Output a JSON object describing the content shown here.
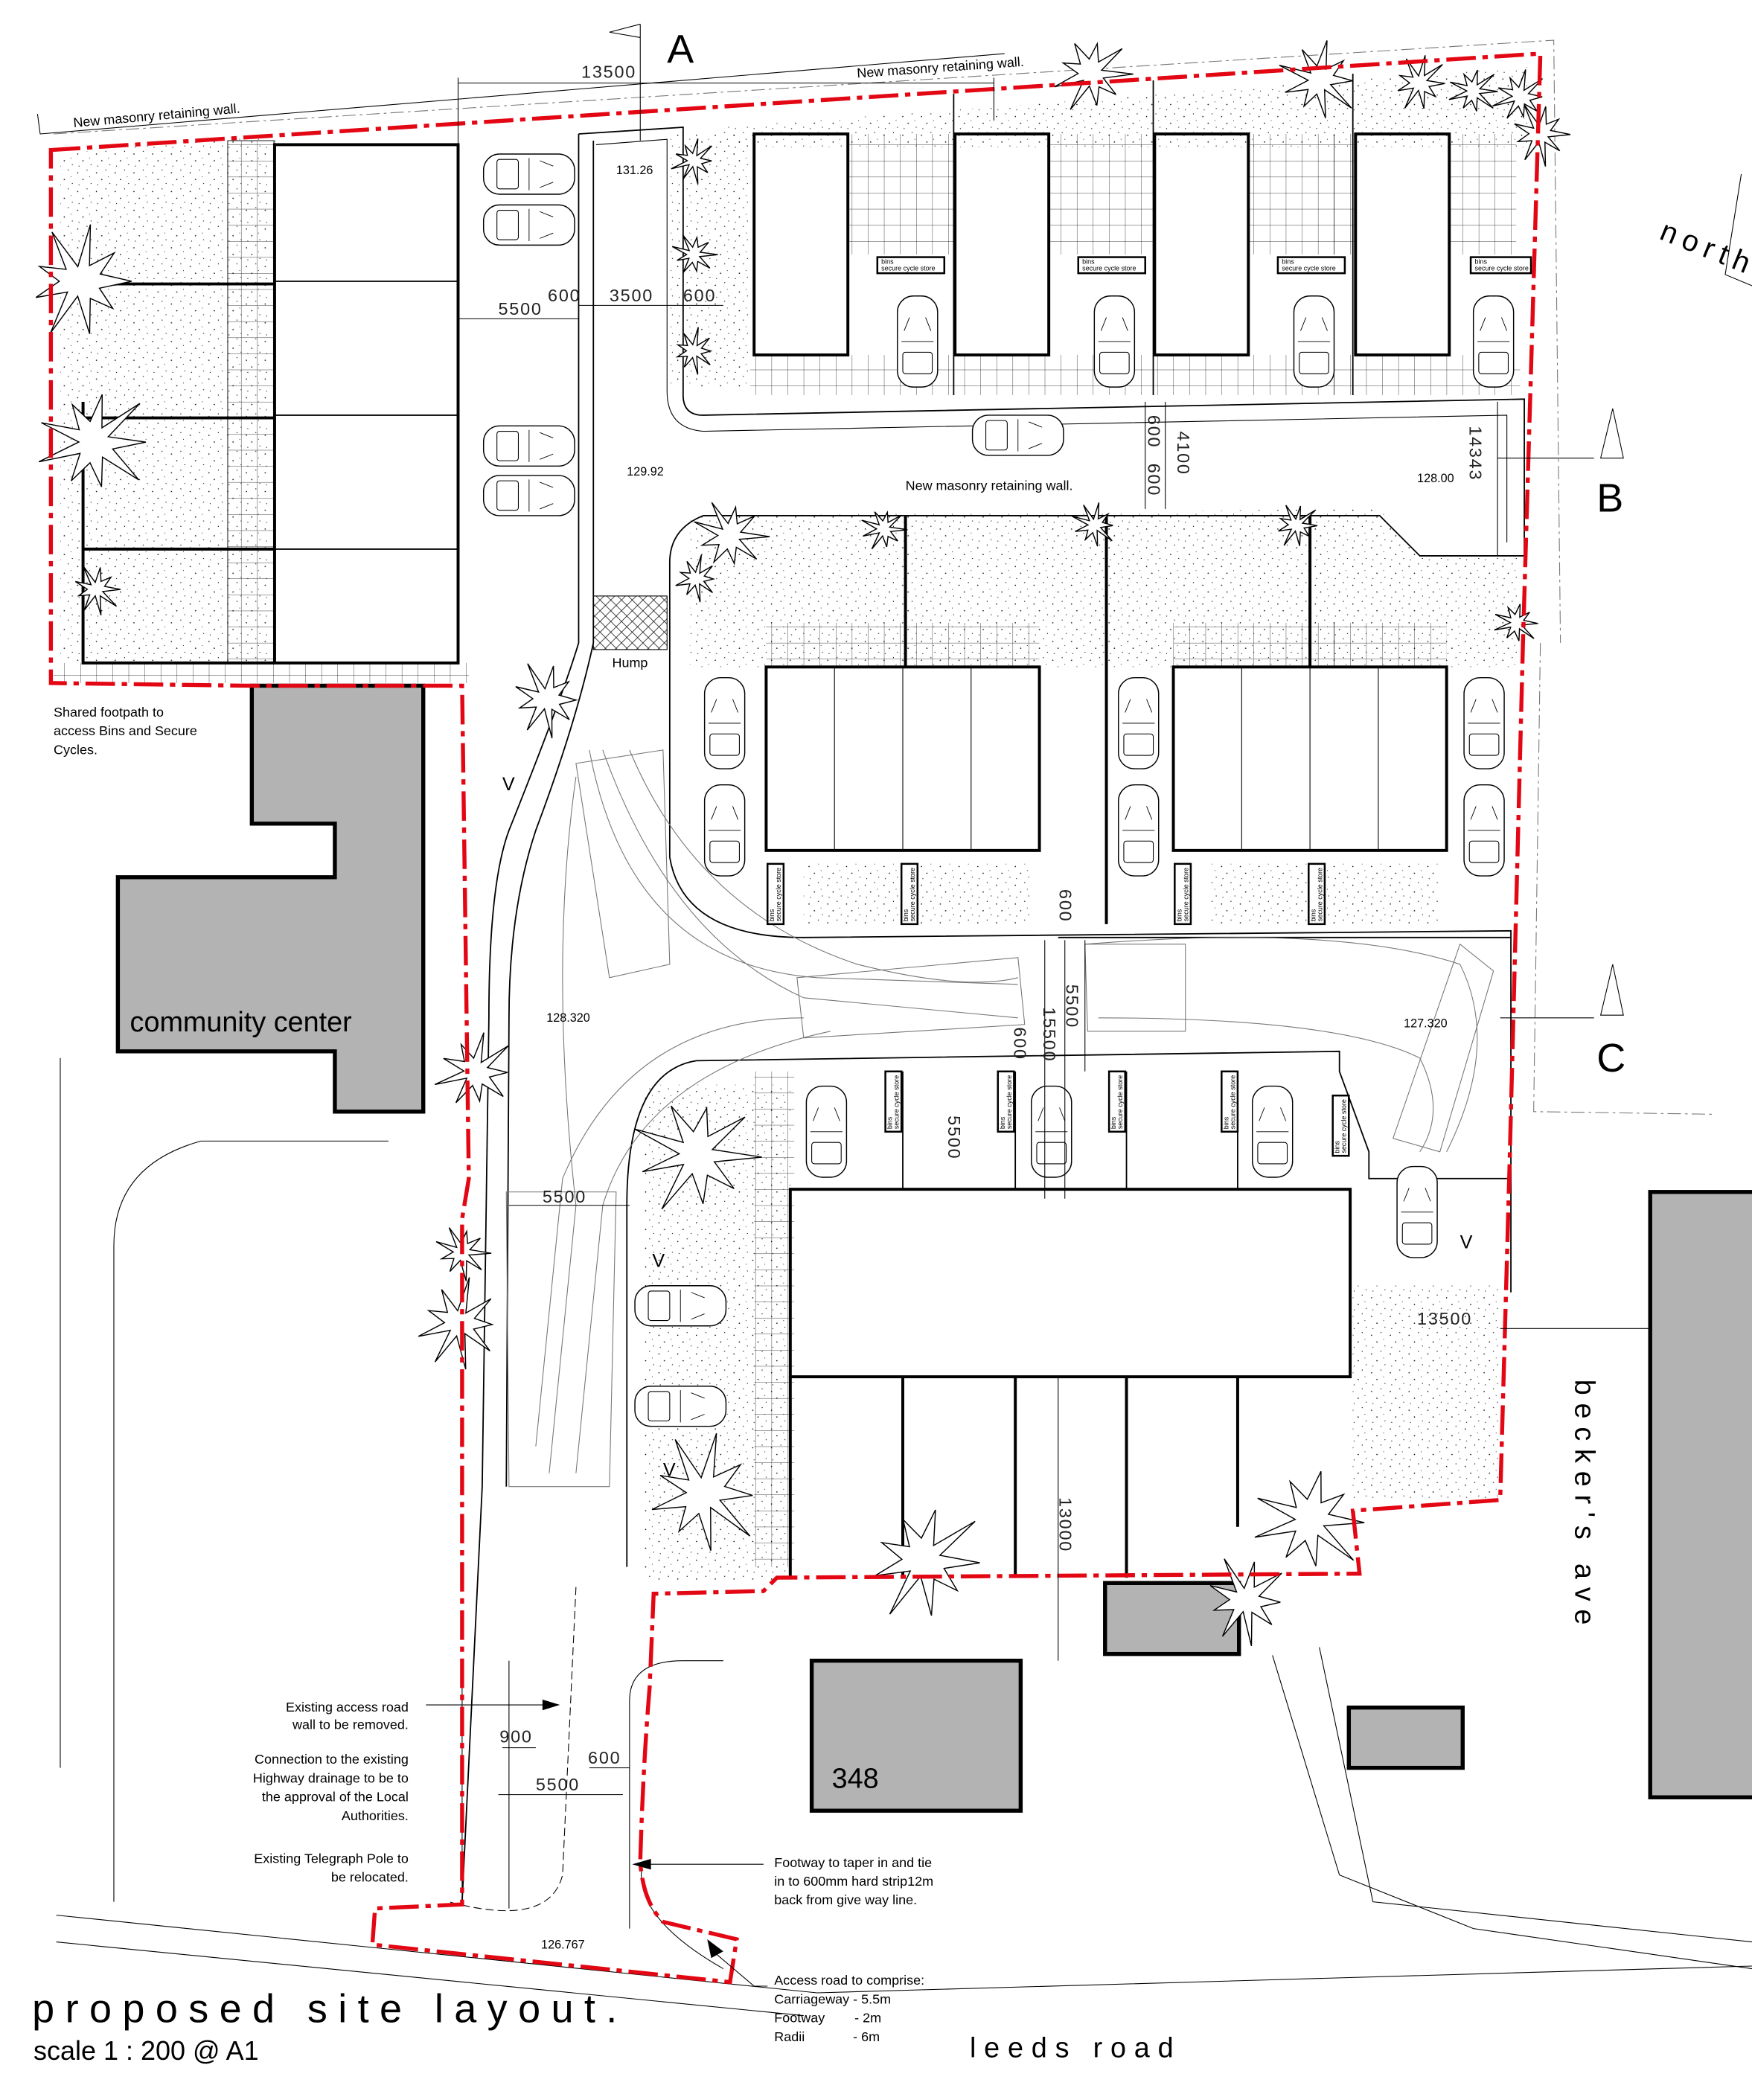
{
  "title": "proposed site layout.",
  "scale": "scale 1 : 200 @ A1",
  "north_label": "north",
  "roads": {
    "leeds": "leeds road",
    "beckers": "becker's ave"
  },
  "buildings": {
    "community": "community center",
    "house348": "348"
  },
  "section_markers": {
    "a": "A",
    "b": "B",
    "c": "C"
  },
  "hump": "Hump",
  "v_mark": "V",
  "store": {
    "bins": "bins",
    "cycle": "secure cycle store"
  },
  "notes": {
    "retaining_wall": "New masonry retaining wall.",
    "footpath": [
      "Shared footpath to",
      "access Bins and Secure",
      "Cycles."
    ],
    "access_wall": [
      "Existing access road",
      "wall to be removed."
    ],
    "drainage": [
      "Connection to the existing",
      "Highway drainage to be to",
      "the approval of the Local",
      "Authorities."
    ],
    "telegraph": [
      "Existing Telegraph Pole to",
      "be relocated."
    ],
    "footway": [
      "Footway to taper in and tie",
      "in to 600mm hard strip12m",
      "back from give way line."
    ],
    "access_road": [
      "Access road to comprise:",
      "Carriageway - 5.5m",
      "Footway        - 2m",
      "Radii             - 6m"
    ]
  },
  "dimensions": {
    "top_width": "13500",
    "verge_left": "600",
    "carriageway_top": "3500",
    "verge_right": "600",
    "parking_left": "5500",
    "right_v1": "600",
    "right_v2": "4100",
    "right_v3": "600",
    "right_total": "14343",
    "mid_v1": "600",
    "mid_v2": "5500",
    "mid_total": "15500",
    "mid_v3": "600",
    "lower_left": "5500",
    "lower_bays": "5500",
    "lower_right": "13500",
    "gardens": "13000",
    "entry_900": "900",
    "entry_600": "600",
    "entry_5500": "5500"
  },
  "levels": {
    "l1": "131.26",
    "l2": "129.92",
    "l3": "128.00",
    "l4": "128.320",
    "l5": "127.320",
    "l6": "126.767"
  },
  "colors": {
    "site_boundary": "#e30613",
    "existing_buildings": "#b3b3b3"
  }
}
